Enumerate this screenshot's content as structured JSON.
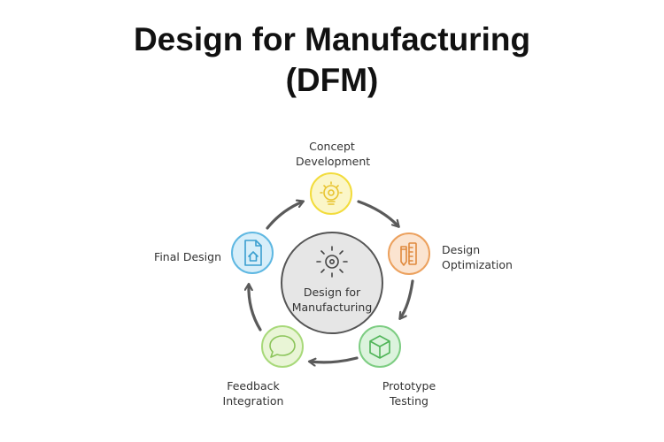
{
  "title": {
    "line1": "Design for Manufacturing",
    "line2": "(DFM)"
  },
  "center": {
    "line1": "Design for",
    "line2": "Manufacturing"
  },
  "nodes": [
    {
      "id": "concept-development",
      "line1": "Concept",
      "line2": "Development",
      "icon": "gear-lightbulb-icon",
      "fill": "#fbf6c8",
      "stroke": "#f2dc3c",
      "glyph": "#e8c430"
    },
    {
      "id": "design-optimization",
      "line1": "Design",
      "line2": "Optimization",
      "icon": "pencil-ruler-icon",
      "fill": "#fbe4d0",
      "stroke": "#eca15e",
      "glyph": "#e08a3e"
    },
    {
      "id": "prototype-testing",
      "line1": "Prototype",
      "line2": "Testing",
      "icon": "cube-icon",
      "fill": "#dcf3dd",
      "stroke": "#7dcd82",
      "glyph": "#4fb457"
    },
    {
      "id": "feedback-integration",
      "line1": "Feedback",
      "line2": "Integration",
      "icon": "chat-bubble-icon",
      "fill": "#e9f5d6",
      "stroke": "#a8d97a",
      "glyph": "#8bc45a"
    },
    {
      "id": "final-design",
      "line1": "Final Design",
      "line2": "",
      "icon": "document-icon",
      "fill": "#d7eef9",
      "stroke": "#5fb8e2",
      "glyph": "#3a9fd0"
    }
  ],
  "colors": {
    "arrow": "#5a5a5a",
    "center_fill": "#e6e6e6",
    "center_stroke": "#555555",
    "text": "#333333"
  }
}
